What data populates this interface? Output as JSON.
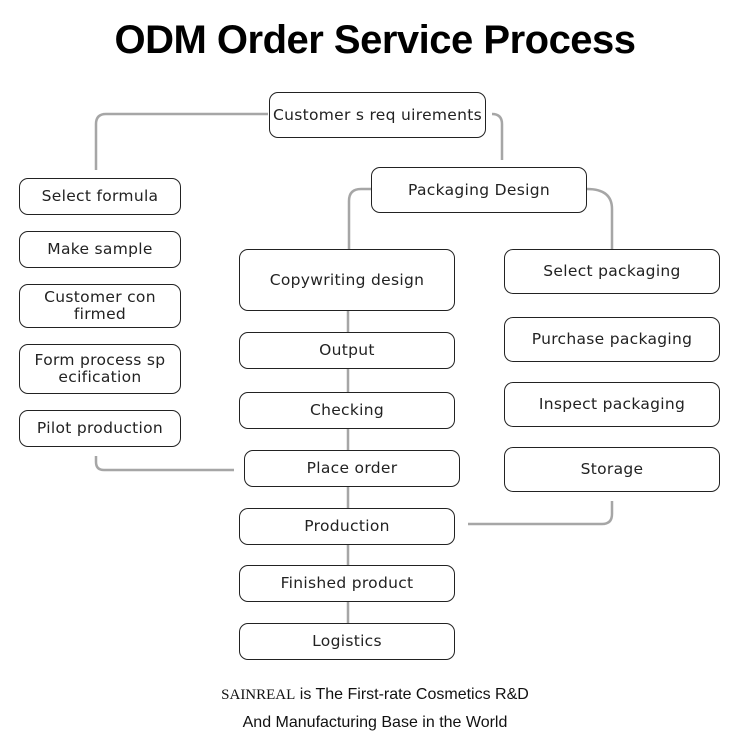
{
  "title": "ODM Order Service Process",
  "nodes": {
    "requirements": "Customer s req uirements",
    "select_formula": "Select formula",
    "make_sample": "Make sample",
    "customer_confirmed": "Customer con firmed",
    "form_process": "Form process sp ecification",
    "pilot_production": "Pilot production",
    "packaging_design": "Packaging Design",
    "copywriting_design": "Copywriting design",
    "output": "Output",
    "checking": "Checking",
    "place_order": "Place order",
    "production": "Production",
    "finished_product": "Finished product",
    "logistics": "Logistics",
    "select_packaging": "Select packaging",
    "purchase_packaging": "Purchase packaging",
    "inspect_packaging": "Inspect packaging",
    "storage": "Storage"
  },
  "footer": {
    "brand": "SAINREAL",
    "line1_rest": " is The First-rate Cosmetics R&D",
    "line2": "And Manufacturing Base in the World"
  }
}
